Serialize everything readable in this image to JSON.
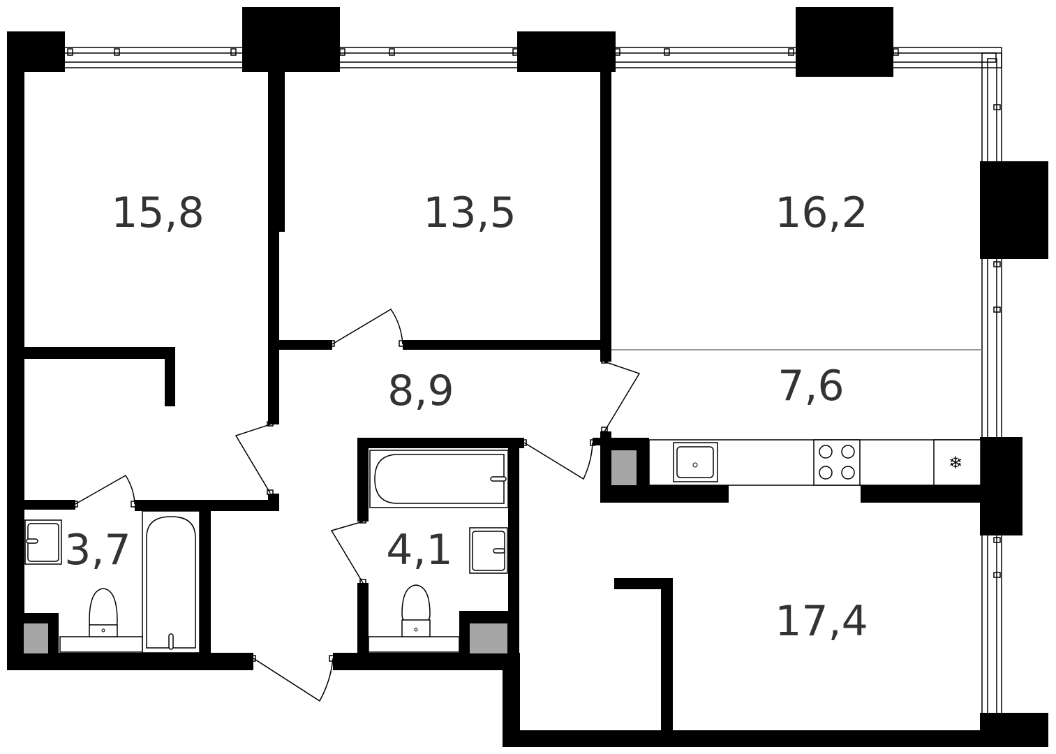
{
  "rooms": [
    {
      "id": "bedroom-left",
      "area": "15,8"
    },
    {
      "id": "bedroom-middle",
      "area": "13,5"
    },
    {
      "id": "living-room",
      "area": "16,2"
    },
    {
      "id": "hallway",
      "area": "8,9"
    },
    {
      "id": "kitchen",
      "area": "7,6"
    },
    {
      "id": "bathroom-left",
      "area": "3,7"
    },
    {
      "id": "bathroom-middle",
      "area": "4,1"
    },
    {
      "id": "room-lower-right",
      "area": "17,4"
    }
  ],
  "colors": {
    "wall": "#000000",
    "label": "#333333",
    "shaft": "#a6a6a6"
  },
  "icons": [
    "snowflake-icon",
    "sink-icon",
    "stove-icon",
    "toilet-icon",
    "bathtub-icon"
  ]
}
